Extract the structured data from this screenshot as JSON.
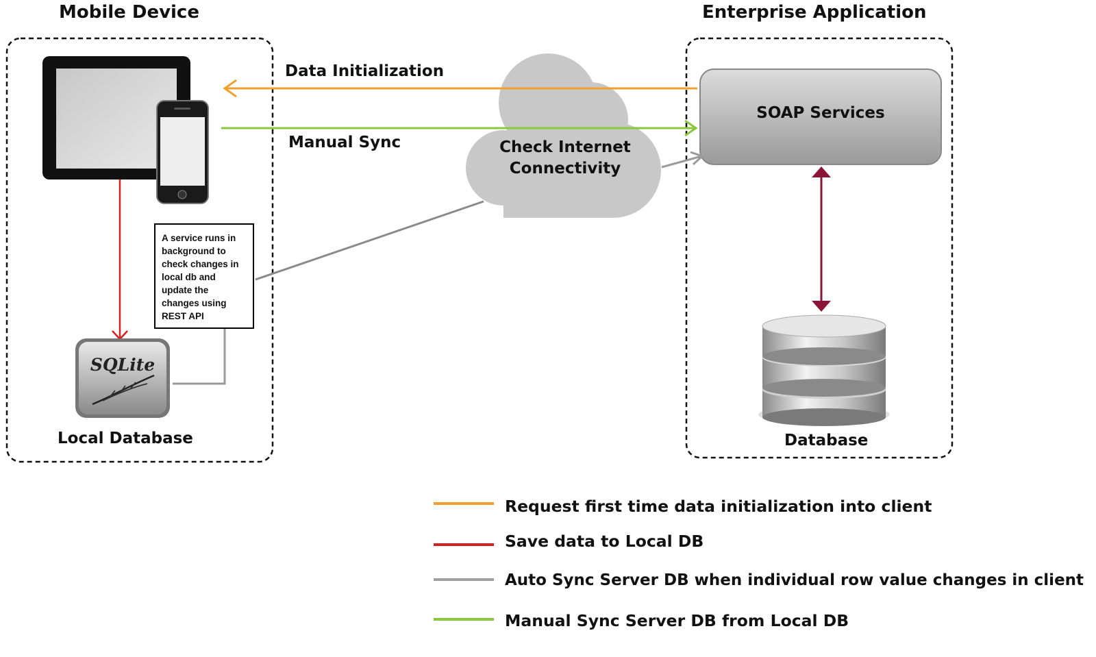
{
  "titles": {
    "mobile": "Mobile Device",
    "enterprise": "Enterprise Application"
  },
  "arrows": {
    "data_init": "Data Initialization",
    "manual_sync": "Manual Sync"
  },
  "cloud": {
    "line1": "Check Internet",
    "line2": "Connectivity"
  },
  "soap": {
    "label": "SOAP Services"
  },
  "note": {
    "lines": [
      "A service runs in",
      "background to",
      "check changes in",
      "local db and",
      "update the",
      "changes using",
      "REST API"
    ]
  },
  "sqlite": {
    "logo_text": "SQLite"
  },
  "local_db": {
    "label": "Local Database"
  },
  "server_db": {
    "label": "Database"
  },
  "legend": [
    {
      "text": "Request first time data initialization into client",
      "color": "#F0A030"
    },
    {
      "text": "Save data to Local DB",
      "color": "#D42020"
    },
    {
      "text": "Auto Sync Server DB when individual row value changes in client",
      "color": "#A0A0A0"
    },
    {
      "text": "Manual Sync Server DB from Local DB",
      "color": "#8DC63F"
    }
  ],
  "colors": {
    "orange": "#F0A030",
    "red": "#D42020",
    "gray": "#9A9A9A",
    "green": "#8DC63F",
    "maroon": "#8B1538"
  }
}
